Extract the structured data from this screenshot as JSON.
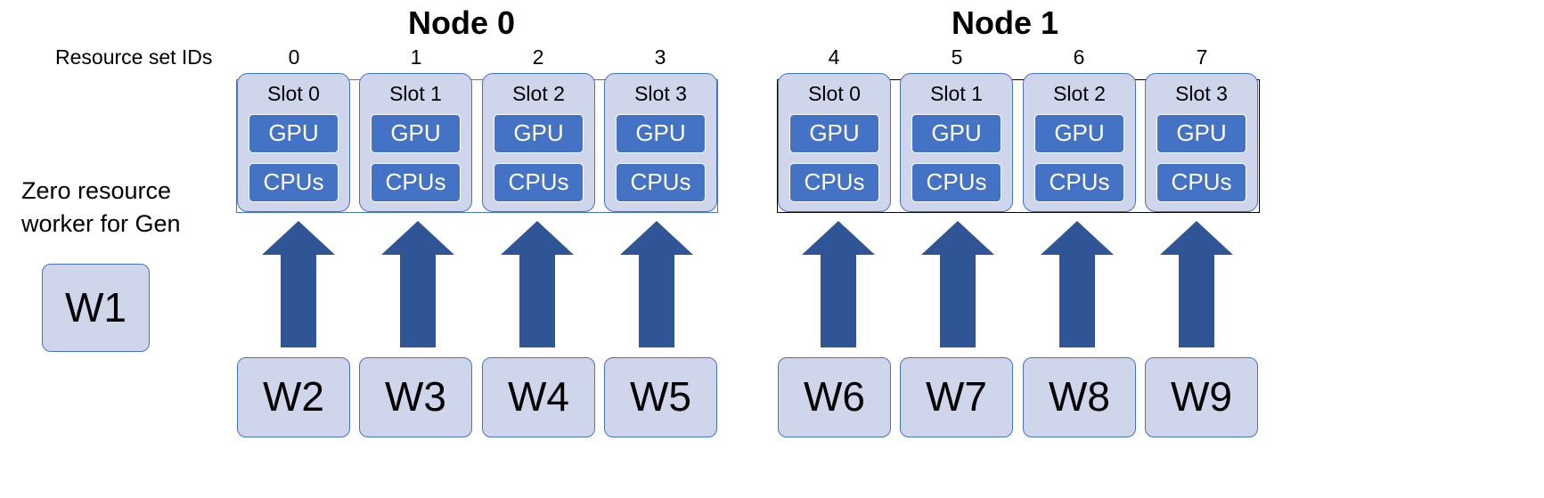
{
  "nodes": [
    {
      "title": "Node 0",
      "slots": [
        {
          "rs_id": "0",
          "label": "Slot 0",
          "gpu": "GPU",
          "cpu": "CPUs",
          "worker": "W2"
        },
        {
          "rs_id": "1",
          "label": "Slot 1",
          "gpu": "GPU",
          "cpu": "CPUs",
          "worker": "W3"
        },
        {
          "rs_id": "2",
          "label": "Slot 2",
          "gpu": "GPU",
          "cpu": "CPUs",
          "worker": "W4"
        },
        {
          "rs_id": "3",
          "label": "Slot 3",
          "gpu": "GPU",
          "cpu": "CPUs",
          "worker": "W5"
        }
      ]
    },
    {
      "title": "Node 1",
      "slots": [
        {
          "rs_id": "4",
          "label": "Slot 0",
          "gpu": "GPU",
          "cpu": "CPUs",
          "worker": "W6"
        },
        {
          "rs_id": "5",
          "label": "Slot 1",
          "gpu": "GPU",
          "cpu": "CPUs",
          "worker": "W7"
        },
        {
          "rs_id": "6",
          "label": "Slot 2",
          "gpu": "GPU",
          "cpu": "CPUs",
          "worker": "W8"
        },
        {
          "rs_id": "7",
          "label": "Slot 3",
          "gpu": "GPU",
          "cpu": "CPUs",
          "worker": "W9"
        }
      ]
    }
  ],
  "resource_set_label": "Resource set IDs",
  "zero_resource": {
    "line1": "Zero resource",
    "line2": "worker for Gen",
    "worker": "W1"
  },
  "colors": {
    "slot_fill": "#cfd5ea",
    "resource_fill": "#4472c4",
    "arrow_fill": "#2f5597",
    "border_blue": "#4472c4",
    "node1_border": "#000000"
  }
}
